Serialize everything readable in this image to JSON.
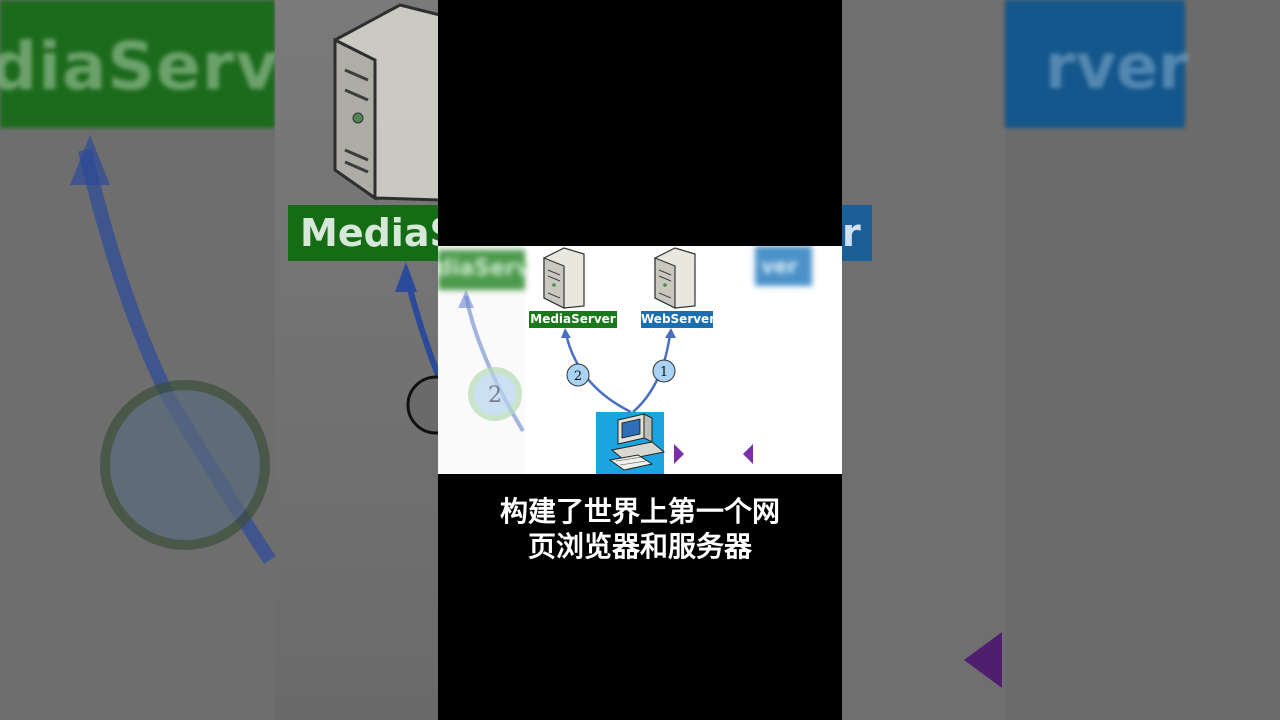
{
  "background": {
    "left_label_fragment": "diaServ",
    "right_label_fragment": "rver",
    "media_label_fragment": "MediaS",
    "web_label_fragment": "r"
  },
  "slide": {
    "left_blur_label": "diaServ",
    "right_blur_label": "ver",
    "media_server_label": "MediaServer",
    "web_server_label": "WebServer",
    "step_1": "1",
    "step_2": "2"
  },
  "caption": {
    "line1": "构建了世界上第一个网",
    "line2": "页浏览器和服务器"
  },
  "colors": {
    "media_green": "#1a7a1a",
    "web_blue": "#1a6fb0",
    "arrow_blue": "#4a6fc0",
    "nav_purple": "#7b2fa8",
    "pc_bg": "#1aa4e0"
  }
}
